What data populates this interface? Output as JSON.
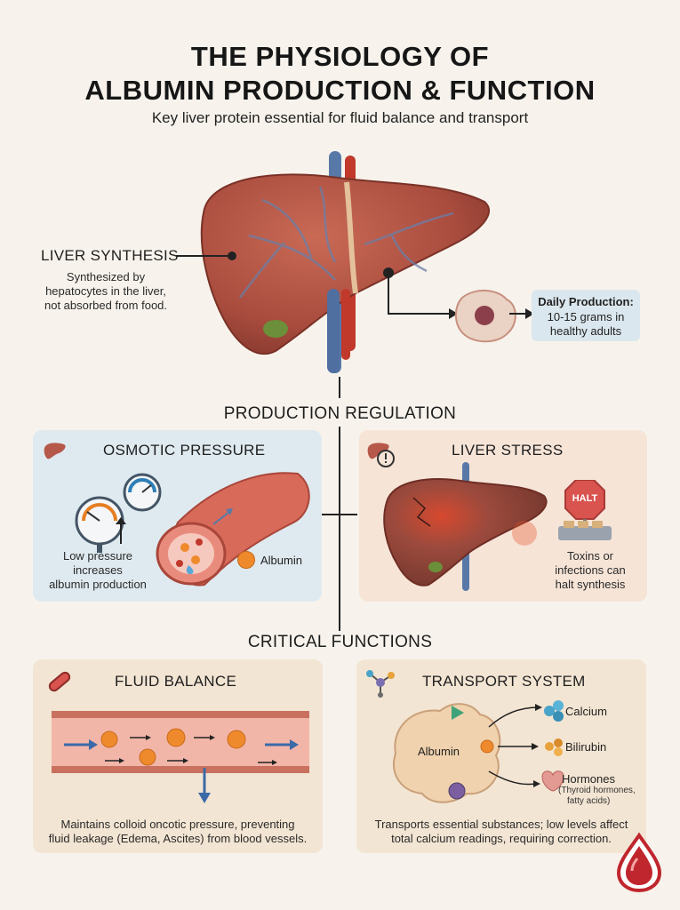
{
  "header": {
    "title_line1": "THE PHYSIOLOGY OF",
    "title_line2": "ALBUMIN PRODUCTION & FUNCTION",
    "subtitle": "Key liver protein essential for fluid balance and transport"
  },
  "liver_synthesis": {
    "heading": "LIVER SYNTHESIS",
    "text_line1": "Synthesized by",
    "text_line2": "hepatocytes in the liver,",
    "text_line3": "not absorbed from food."
  },
  "daily_production": {
    "label": "Daily Production:",
    "value_line1": "10-15 grams in",
    "value_line2": "healthy adults"
  },
  "production_regulation": {
    "heading": "PRODUCTION REGULATION",
    "osmotic": {
      "title": "OSMOTIC PRESSURE",
      "caption_line1": "Low pressure",
      "caption_line2": "increases",
      "caption_line3": "albumin production",
      "albumin_label": "Albumin"
    },
    "stress": {
      "title": "LIVER STRESS",
      "sign_text": "HALT",
      "caption_line1": "Toxins or",
      "caption_line2": "infections can",
      "caption_line3": "halt synthesis"
    }
  },
  "critical_functions": {
    "heading": "CRITICAL FUNCTIONS",
    "fluid": {
      "title": "FLUID BALANCE",
      "caption_line1": "Maintains colloid oncotic pressure, preventing",
      "caption_line2": "fluid leakage (Edema, Ascites) from blood vessels."
    },
    "transport": {
      "title": "TRANSPORT SYSTEM",
      "albumin_label": "Albumin",
      "items": {
        "calcium": "Calcium",
        "bilirubin": "Bilirubin",
        "hormones": "Hormones",
        "hormones_sub1": "(Thyroid hormones,",
        "hormones_sub2": "fatty acids)"
      },
      "caption_line1": "Transports essential substances; low levels affect",
      "caption_line2": "total calcium readings, requiring correction."
    }
  },
  "colors": {
    "background": "#f7f3ec",
    "liver": "#b5584a",
    "vessel_red": "#c0392b",
    "vein_blue": "#5879a8",
    "panel_blue": "#dfeaf0",
    "panel_peach": "#f6e4d7",
    "albumin_orange": "#ef8a2c",
    "halt_red": "#d9534f"
  },
  "icons": [
    "liver-icon",
    "alert-icon",
    "pressure-gauge-icon",
    "test-tube-icon",
    "molecule-icon",
    "blood-drop-icon",
    "halt-sign-icon",
    "cell-icon"
  ]
}
